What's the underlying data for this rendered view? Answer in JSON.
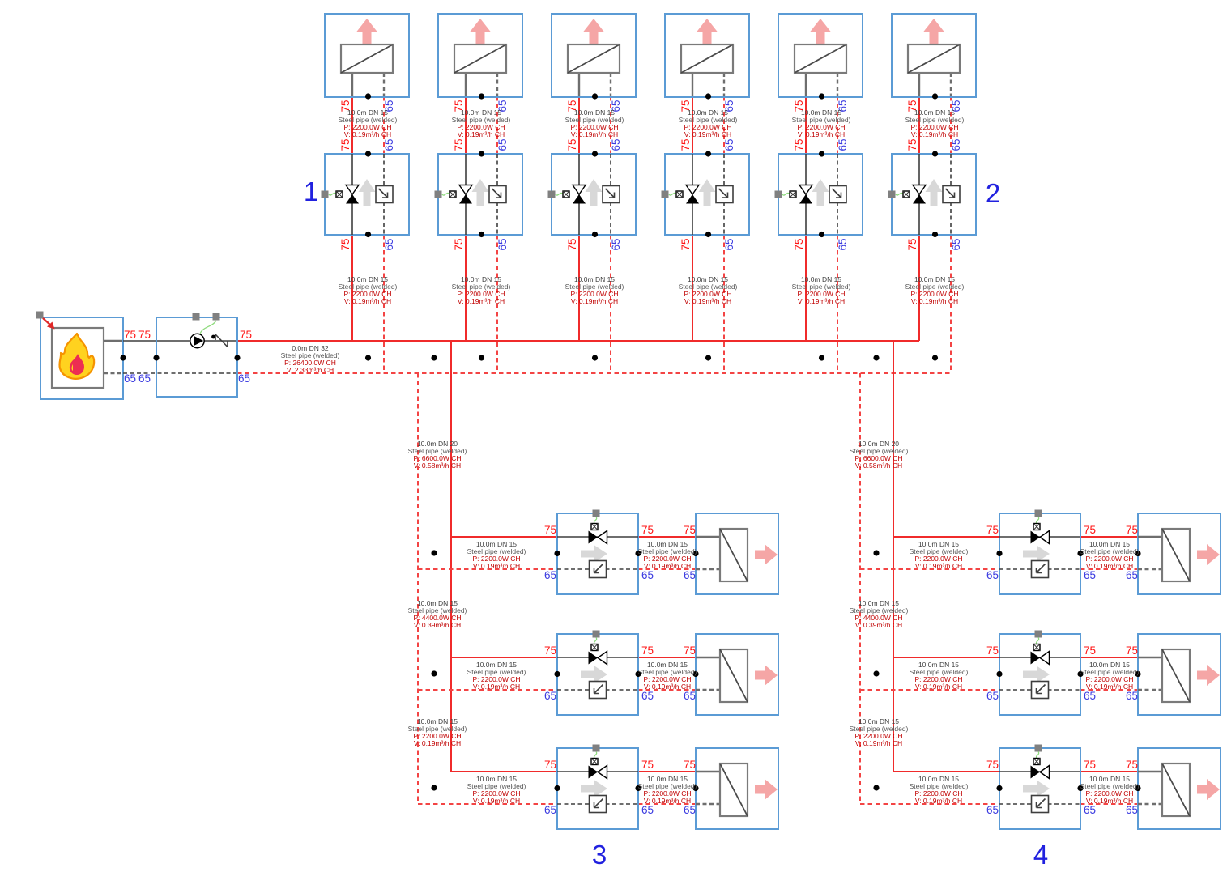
{
  "unit_numbers": {
    "n1": "1",
    "n2": "2",
    "n3": "3",
    "n4": "4"
  },
  "temperatures": {
    "supply": "75",
    "return": "65"
  },
  "pipe_specs": {
    "branch_dn15": {
      "size": "10.0m DN 15",
      "material": "Steel pipe (welded)",
      "power": "P: 2200.0W CH",
      "flow": "V: 0.19m³/h CH"
    },
    "main_dn32": {
      "size": "0.0m DN 32",
      "material": "Steel pipe (welded)",
      "power": "P: 26400.0W CH",
      "flow": "V: 2.33m³/h CH"
    },
    "riser_dn20": {
      "size": "10.0m DN 20",
      "material": "Steel pipe (welded)",
      "power": "P: 6600.0W CH",
      "flow": "V: 0.58m³/h CH"
    },
    "riser_dn15": {
      "size": "10.0m DN 15",
      "material": "Steel pipe (welded)",
      "power": "P: 4400.0W CH",
      "flow": "V: 0.39m³/h CH"
    }
  },
  "colors": {
    "box-blue": "#5B9BD5",
    "pipe-supply": "#F02B2B",
    "pipe-return": "#F34444",
    "label-red": "#C00000",
    "label-gray": "#404040",
    "temp-red": "#FF1414",
    "temp-blue": "#3A3AE0",
    "number-blue": "#2121DF",
    "arrow-pink": "#F5A6A6",
    "arrow-gray": "#D8D8D8",
    "wire-green": "#8FDB7E",
    "handle-gray": "#808080"
  }
}
